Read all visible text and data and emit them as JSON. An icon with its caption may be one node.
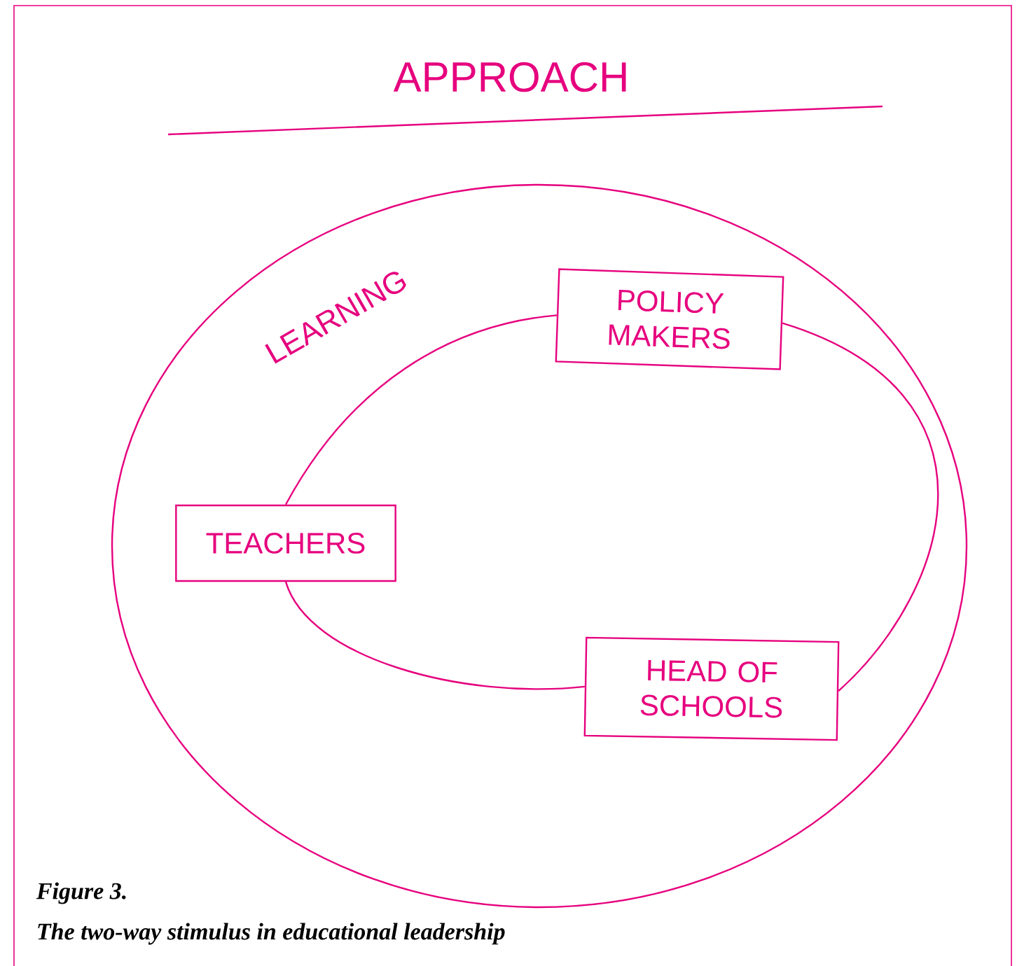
{
  "diagram": {
    "title": "APPROACH",
    "caption": "The two-way stimulus in educational leadership",
    "nodes": [
      {
        "text": [
          "LEARNING"
        ]
      },
      {
        "text": [
          "POLICY MAKERS"
        ],
        "in": 0
      },
      {
        "text": [
          "TEACHERS"
        ],
        "in": 0
      },
      {
        "text": [
          "HEAD OF SCHOOLS"
        ],
        "in": 0
      }
    ],
    "edges": [
      {
        "from": 2,
        "to": 1,
        "arrow": "none"
      },
      {
        "from": 1,
        "to": 3,
        "arrow": "none"
      },
      {
        "from": 2,
        "to": 3,
        "arrow": "none"
      }
    ],
    "labels": [
      "Figure 3."
    ]
  }
}
